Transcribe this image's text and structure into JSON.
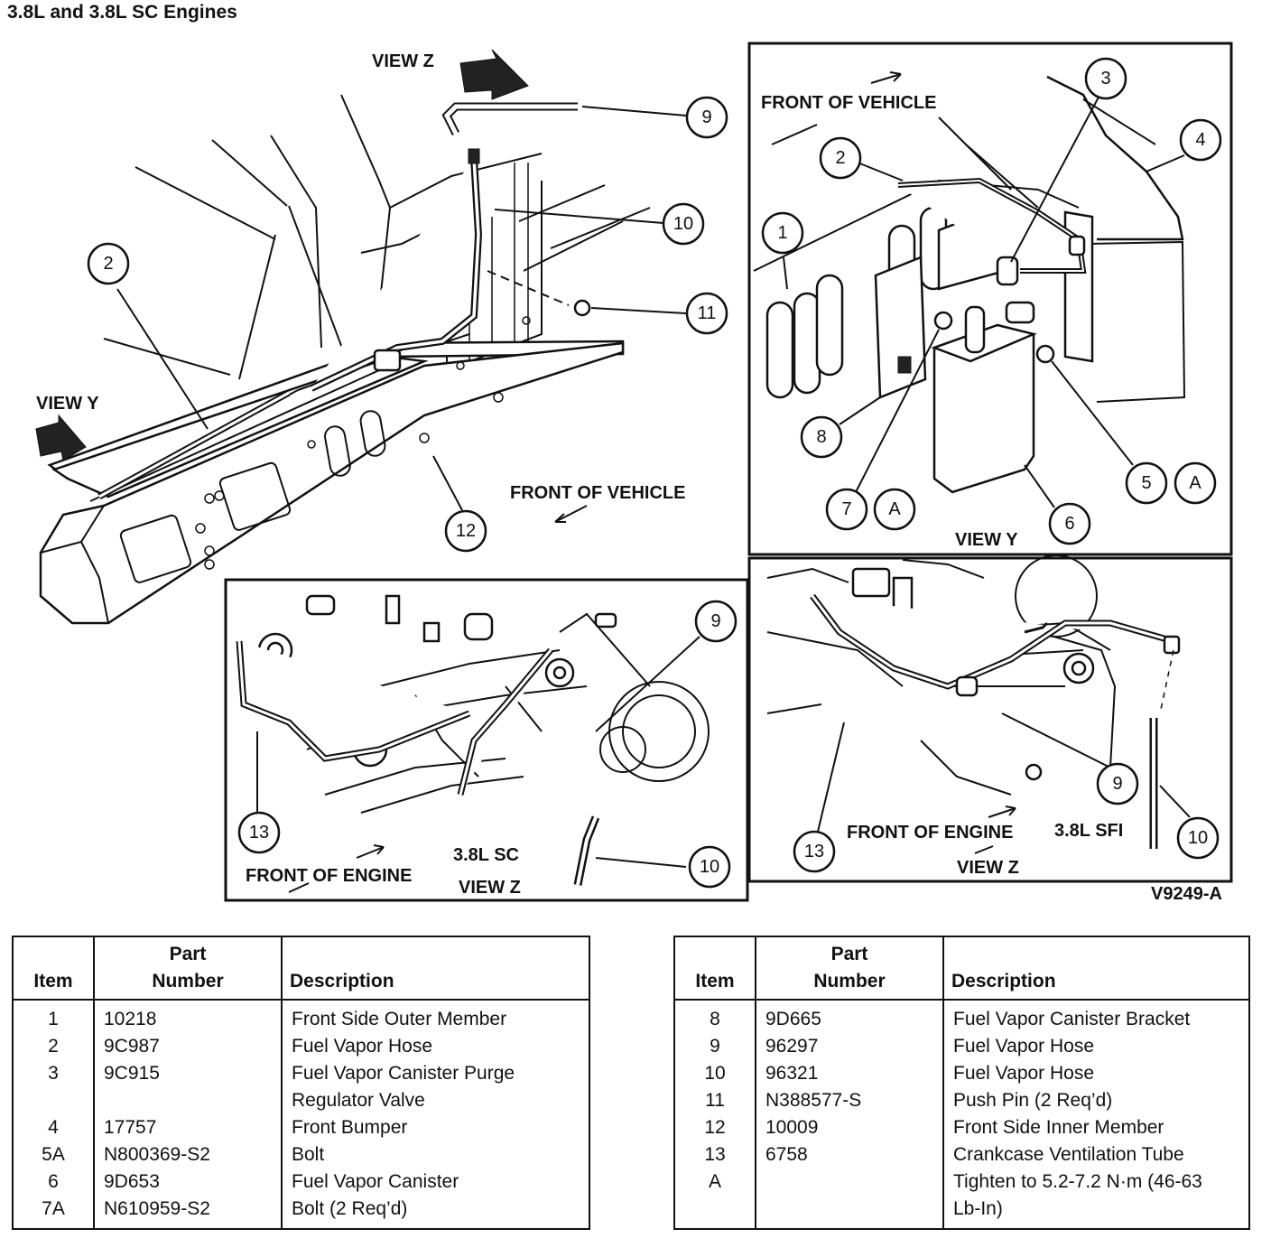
{
  "title": "3.8L and 3.8L SC Engines",
  "figure_id": "V9249-A",
  "labels": {
    "view_z_arrow": "VIEW Z",
    "view_y_arrow": "VIEW Y",
    "front_vehicle_main": "FRONT OF VEHICLE",
    "front_vehicle_inset": "FRONT OF VEHICLE",
    "view_y_caption": "VIEW Y",
    "front_engine_sc": "FRONT OF ENGINE",
    "sc_engine": "3.8L SC",
    "view_z_sc": "VIEW Z",
    "front_engine_sfi": "FRONT OF ENGINE",
    "sfi_engine": "3.8L SFI",
    "view_z_sfi": "VIEW Z"
  },
  "callouts": [
    {
      "id": "c-main-9",
      "text": "9"
    },
    {
      "id": "c-main-10",
      "text": "10"
    },
    {
      "id": "c-main-11",
      "text": "11"
    },
    {
      "id": "c-main-2",
      "text": "2"
    },
    {
      "id": "c-main-12",
      "text": "12"
    },
    {
      "id": "c-y-3",
      "text": "3"
    },
    {
      "id": "c-y-4",
      "text": "4"
    },
    {
      "id": "c-y-2",
      "text": "2"
    },
    {
      "id": "c-y-1",
      "text": "1"
    },
    {
      "id": "c-y-8",
      "text": "8"
    },
    {
      "id": "c-y-7",
      "text": "7"
    },
    {
      "id": "c-y-7a",
      "text": "A"
    },
    {
      "id": "c-y-6",
      "text": "6"
    },
    {
      "id": "c-y-5",
      "text": "5"
    },
    {
      "id": "c-y-5a",
      "text": "A"
    },
    {
      "id": "c-sc-9",
      "text": "9"
    },
    {
      "id": "c-sc-13",
      "text": "13"
    },
    {
      "id": "c-sc-10",
      "text": "10"
    },
    {
      "id": "c-sfi-9",
      "text": "9"
    },
    {
      "id": "c-sfi-13",
      "text": "13"
    },
    {
      "id": "c-sfi-10",
      "text": "10"
    }
  ],
  "table_headers": {
    "item": "Item",
    "part_line1": "Part",
    "part_line2": "Number",
    "description": "Description"
  },
  "parts_left": [
    {
      "item": "1",
      "part": "10218",
      "desc": "Front Side Outer Member"
    },
    {
      "item": "2",
      "part": "9C987",
      "desc": "Fuel Vapor Hose"
    },
    {
      "item": "3",
      "part": "9C915",
      "desc": "Fuel Vapor Canister Purge",
      "desc2": "Regulator Valve"
    },
    {
      "item": "4",
      "part": "17757",
      "desc": "Front Bumper"
    },
    {
      "item": "5A",
      "part": "N800369-S2",
      "desc": "Bolt"
    },
    {
      "item": "6",
      "part": "9D653",
      "desc": "Fuel Vapor Canister"
    },
    {
      "item": "7A",
      "part": "N610959-S2",
      "desc": "Bolt (2 Req’d)"
    }
  ],
  "parts_right": [
    {
      "item": "8",
      "part": "9D665",
      "desc": "Fuel Vapor Canister Bracket"
    },
    {
      "item": "9",
      "part": "96297",
      "desc": "Fuel Vapor Hose"
    },
    {
      "item": "10",
      "part": "96321",
      "desc": "Fuel Vapor Hose"
    },
    {
      "item": "11",
      "part": "N388577-S",
      "desc": "Push Pin (2 Req’d)"
    },
    {
      "item": "12",
      "part": "10009",
      "desc": "Front Side Inner Member"
    },
    {
      "item": "13",
      "part": "6758",
      "desc": "Crankcase Ventilation Tube"
    },
    {
      "item": "A",
      "part": "",
      "desc": "Tighten to 5.2-7.2 N·m (46-63",
      "desc2": "Lb-In)"
    }
  ]
}
